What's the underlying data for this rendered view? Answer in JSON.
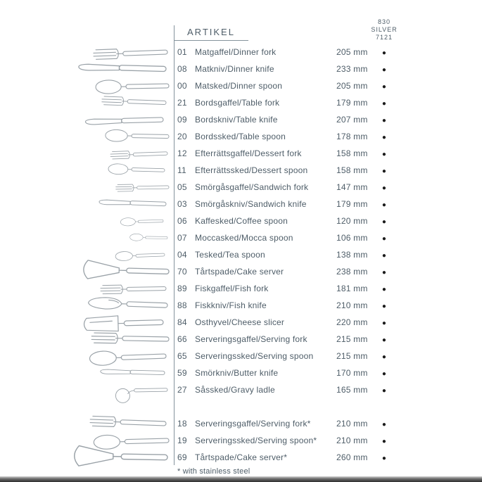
{
  "header": {
    "title": "ARTIKEL",
    "series": {
      "line1": "830",
      "line2": "SILVER",
      "line3": "7121"
    }
  },
  "rows": [
    {
      "no": "01",
      "name": "Matgaffel/Dinner fork",
      "length": "205 mm",
      "dot": "●"
    },
    {
      "no": "08",
      "name": "Matkniv/Dinner knife",
      "length": "233 mm",
      "dot": "●"
    },
    {
      "no": "00",
      "name": "Matsked/Dinner spoon",
      "length": "205 mm",
      "dot": "●"
    },
    {
      "no": "21",
      "name": "Bordsgaffel/Table fork",
      "length": "179 mm",
      "dot": "●"
    },
    {
      "no": "09",
      "name": "Bordskniv/Table knife",
      "length": "207 mm",
      "dot": "●"
    },
    {
      "no": "20",
      "name": "Bordssked/Table spoon",
      "length": "178 mm",
      "dot": "●"
    },
    {
      "no": "12",
      "name": "Efterrättsgaffel/Dessert fork",
      "length": "158 mm",
      "dot": "●"
    },
    {
      "no": "11",
      "name": "Efterrättssked/Dessert spoon",
      "length": "158 mm",
      "dot": "●"
    },
    {
      "no": "05",
      "name": "Smörgåsgaffel/Sandwich fork",
      "length": "147 mm",
      "dot": "●"
    },
    {
      "no": "03",
      "name": "Smörgåskniv/Sandwich knife",
      "length": "179 mm",
      "dot": "●"
    },
    {
      "no": "06",
      "name": "Kaffesked/Coffee spoon",
      "length": "120 mm",
      "dot": "●"
    },
    {
      "no": "07",
      "name": "Moccasked/Mocca spoon",
      "length": "106 mm",
      "dot": "●"
    },
    {
      "no": "04",
      "name": "Tesked/Tea spoon",
      "length": "138 mm",
      "dot": "●"
    },
    {
      "no": "70",
      "name": "Tårtspade/Cake server",
      "length": "238 mm",
      "dot": "●"
    },
    {
      "no": "89",
      "name": "Fiskgaffel/Fish fork",
      "length": "181 mm",
      "dot": "●"
    },
    {
      "no": "88",
      "name": "Fiskkniv/Fish knife",
      "length": "210 mm",
      "dot": "●"
    },
    {
      "no": "84",
      "name": "Osthyvel/Cheese slicer",
      "length": "220 mm",
      "dot": "●"
    },
    {
      "no": "66",
      "name": "Serveringsgaffel/Serving fork",
      "length": "215 mm",
      "dot": "●"
    },
    {
      "no": "65",
      "name": "Serveringssked/Serving spoon",
      "length": "215 mm",
      "dot": "●"
    },
    {
      "no": "59",
      "name": "Smörkniv/Butter knife",
      "length": "170 mm",
      "dot": "●"
    },
    {
      "no": "27",
      "name": "Såssked/Gravy ladle",
      "length": "165 mm",
      "dot": "●"
    },
    {
      "no": "18",
      "name": "Serveringsgaffel/Serving fork*",
      "length": "210 mm",
      "dot": "●"
    },
    {
      "no": "19",
      "name": "Serveringssked/Serving spoon*",
      "length": "210 mm",
      "dot": "●"
    },
    {
      "no": "69",
      "name": "Tårtspade/Cake server*",
      "length": "260 mm",
      "dot": "●"
    }
  ],
  "footnote": "* with stainless steel",
  "colors": {
    "text": "#4e5d68",
    "dot": "#1c1c1c",
    "rule": "#85939c",
    "drawing": "#9aa2a8"
  }
}
